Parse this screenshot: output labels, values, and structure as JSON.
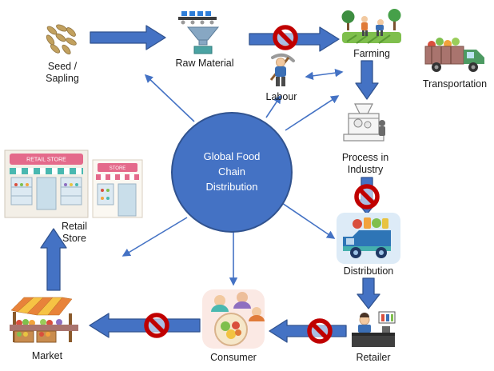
{
  "center_node": {
    "label": "Global Food\nChain\nDistribution"
  },
  "nodes": {
    "seed_sapling": {
      "label": "Seed /\nSapling",
      "icon": "seeds-icon"
    },
    "raw_material": {
      "label": "Raw Material",
      "icon": "conveyor-funnel-icon"
    },
    "labour": {
      "label": "Labour",
      "icon": "worker-icon"
    },
    "farming": {
      "label": "Farming",
      "icon": "farmers-field-icon"
    },
    "transportation": {
      "label": "Transportation",
      "icon": "produce-truck-icon"
    },
    "process_in_industry": {
      "label": "Process in\nIndustry",
      "icon": "factory-machine-icon"
    },
    "distribution": {
      "label": "Distribution",
      "icon": "delivery-truck-icon"
    },
    "retailer": {
      "label": "Retailer",
      "icon": "shop-counter-icon"
    },
    "consumer": {
      "label": "Consumer",
      "icon": "people-dining-icon"
    },
    "market": {
      "label": "Market",
      "icon": "market-stall-icon"
    },
    "retail_store": {
      "label": "Retail\nStore",
      "icon": "storefront-icon",
      "sign_main": "RETAIL STORE",
      "sign_small": "STORE"
    }
  },
  "flows": [
    {
      "from": "Seed / Sapling",
      "to": "Raw Material",
      "style": "block-arrow",
      "blocked": false
    },
    {
      "from": "Raw Material",
      "to": "Farming",
      "style": "block-arrow",
      "blocked": true
    },
    {
      "from": "Farming",
      "to": "Process in Industry",
      "style": "block-arrow",
      "blocked": false
    },
    {
      "from": "Process in Industry",
      "to": "Distribution",
      "style": "block-arrow",
      "blocked": true
    },
    {
      "from": "Distribution",
      "to": "Retailer",
      "style": "block-arrow",
      "blocked": false
    },
    {
      "from": "Retailer",
      "to": "Consumer",
      "style": "block-arrow",
      "blocked": true
    },
    {
      "from": "Consumer",
      "to": "Market",
      "style": "block-arrow",
      "blocked": true
    },
    {
      "from": "Market",
      "to": "Retail Store",
      "style": "block-arrow",
      "blocked": false
    },
    {
      "from": "Labour",
      "to": "Farming",
      "style": "thin-double-arrow",
      "blocked": false
    },
    {
      "from": "Global Food Chain Distribution",
      "to": "Raw Material",
      "style": "thin-arrow",
      "blocked": false
    },
    {
      "from": "Global Food Chain Distribution",
      "to": "Labour",
      "style": "thin-arrow",
      "blocked": false
    },
    {
      "from": "Global Food Chain Distribution",
      "to": "Farming",
      "style": "thin-arrow",
      "blocked": false
    },
    {
      "from": "Global Food Chain Distribution",
      "to": "Distribution",
      "style": "thin-arrow",
      "blocked": false
    },
    {
      "from": "Global Food Chain Distribution",
      "to": "Consumer",
      "style": "thin-arrow",
      "blocked": false
    },
    {
      "from": "Global Food Chain Distribution",
      "to": "Market / Retail Store",
      "style": "thin-arrow",
      "blocked": false
    }
  ],
  "colors": {
    "arrow_blue": "#4472C4",
    "arrow_border": "#31538F",
    "circle_fill": "#4472C4",
    "circle_text": "#FFFFFF",
    "prohibition_red": "#C00000",
    "label_text": "#1A1A1A"
  }
}
